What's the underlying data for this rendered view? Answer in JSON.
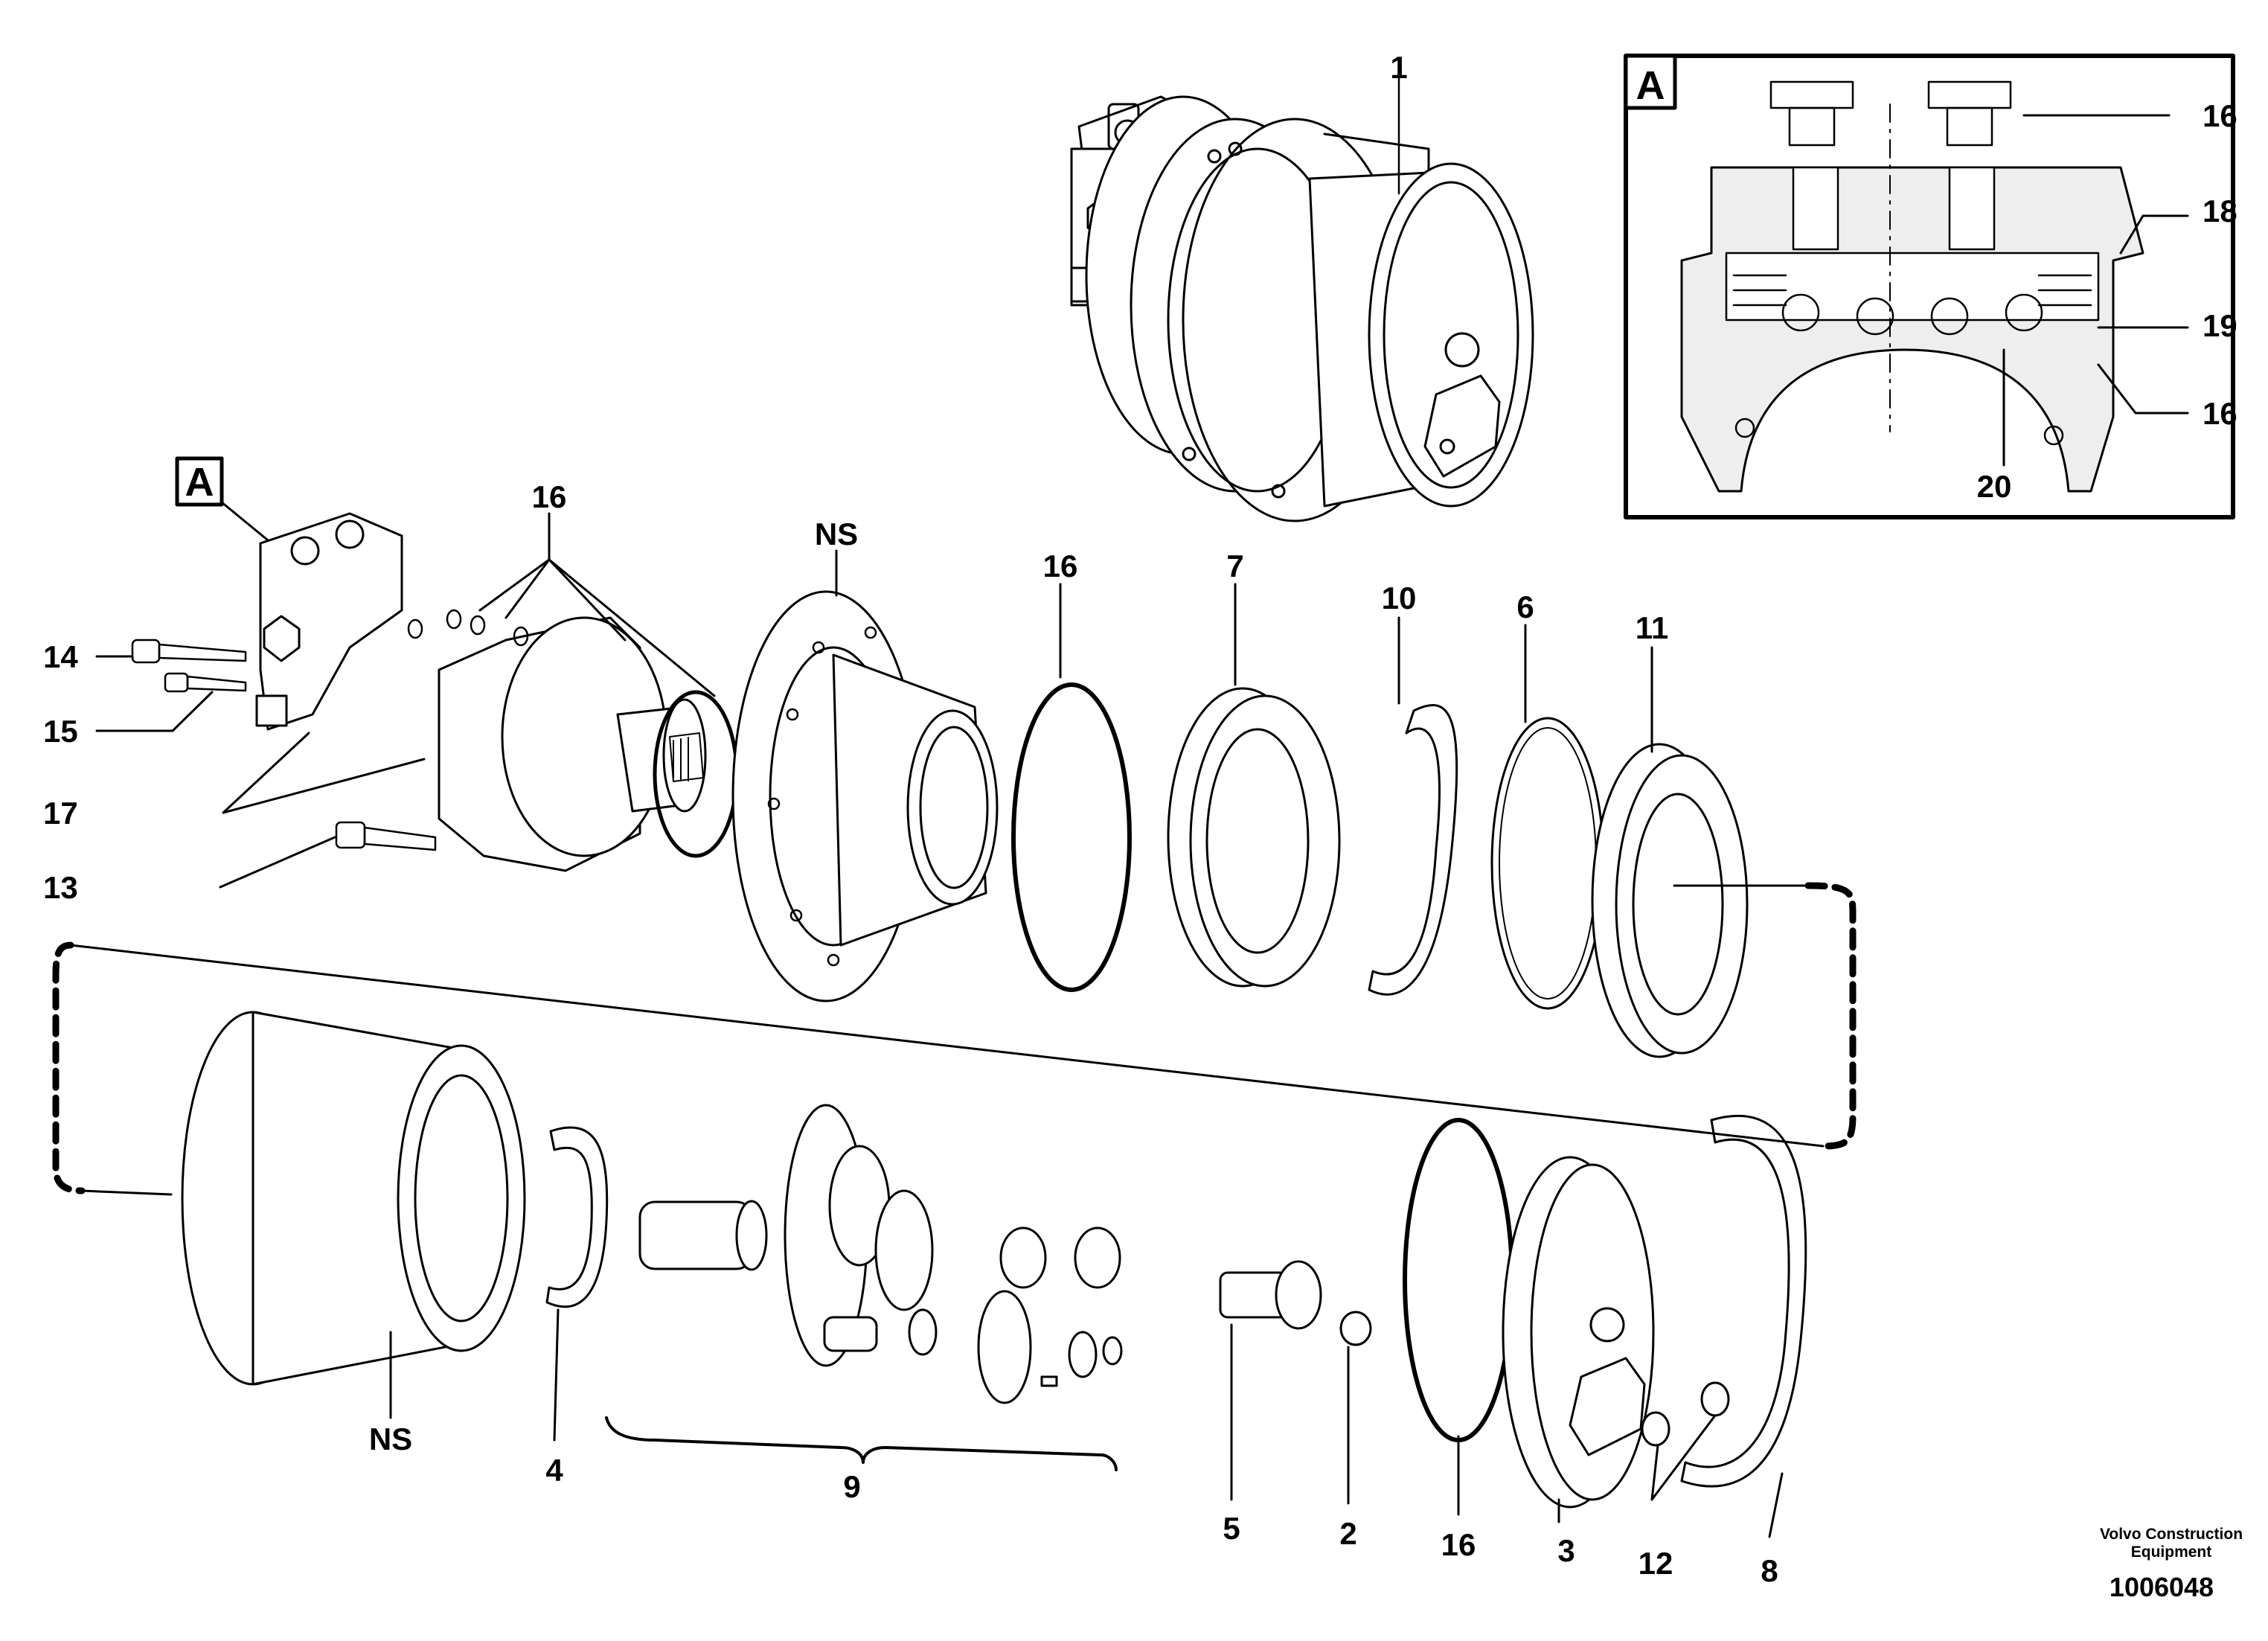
{
  "callouts": {
    "c1": "1",
    "c2": "2",
    "c3": "3",
    "c4": "4",
    "c5": "5",
    "c6": "6",
    "c7": "7",
    "c8": "8",
    "c9": "9",
    "c10": "10",
    "c11": "11",
    "c12": "12",
    "c13": "13",
    "c14": "14",
    "c15": "15",
    "c16": "16",
    "c17": "17",
    "c18": "18",
    "c19": "19",
    "c20": "20",
    "ns": "NS"
  },
  "detail": {
    "marker": "A"
  },
  "footer": {
    "brand_line1": "Volvo Construction",
    "brand_line2": "Equipment",
    "drawing_number": "1006048"
  }
}
